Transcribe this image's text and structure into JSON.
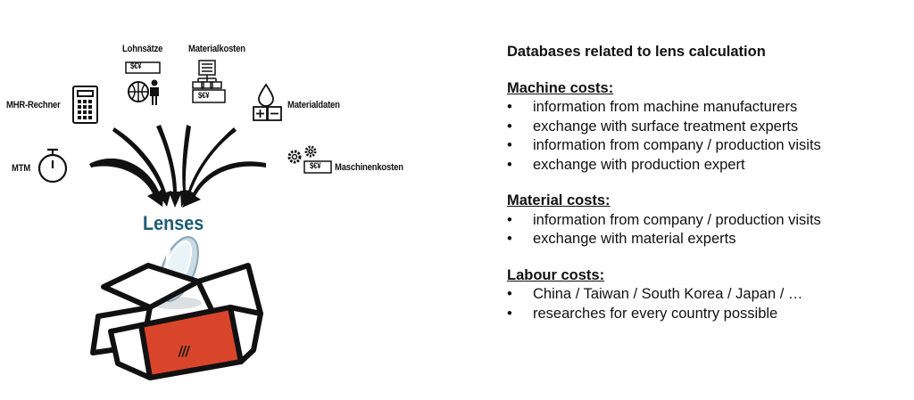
{
  "diagram": {
    "labels": {
      "lohnsaetze": "Lohnsätze",
      "materialkosten": "Materialkosten",
      "mhr_rechner": "MHR-Rechner",
      "materialdaten": "Materialdaten",
      "mtm": "MTM",
      "maschinenkosten": "Maschinenkosten"
    },
    "currency_tag": "$€¥",
    "center_label": "Lenses",
    "box_logo": "///",
    "colors": {
      "lenses": "#1f5a76",
      "box": "#d9452b",
      "arrows": "#111111"
    },
    "icons": [
      "calculator-icon",
      "globe-person-icon",
      "document-money-icon",
      "drop-plus-minus-icon",
      "stopwatch-icon",
      "gears-money-icon",
      "lens-icon",
      "box-icon"
    ]
  },
  "text_panel": {
    "title": "Databases related to lens calculation",
    "sections": [
      {
        "heading": "Machine costs:",
        "items": [
          "information from machine manufacturers",
          "exchange with surface treatment experts",
          "information from company / production visits",
          "exchange with production expert"
        ]
      },
      {
        "heading": "Material costs:",
        "items": [
          "information from company / production visits",
          "exchange with material experts"
        ]
      },
      {
        "heading": "Labour costs:",
        "items": [
          "China / Taiwan / South Korea / Japan / …",
          "researches for every country possible"
        ]
      }
    ]
  }
}
